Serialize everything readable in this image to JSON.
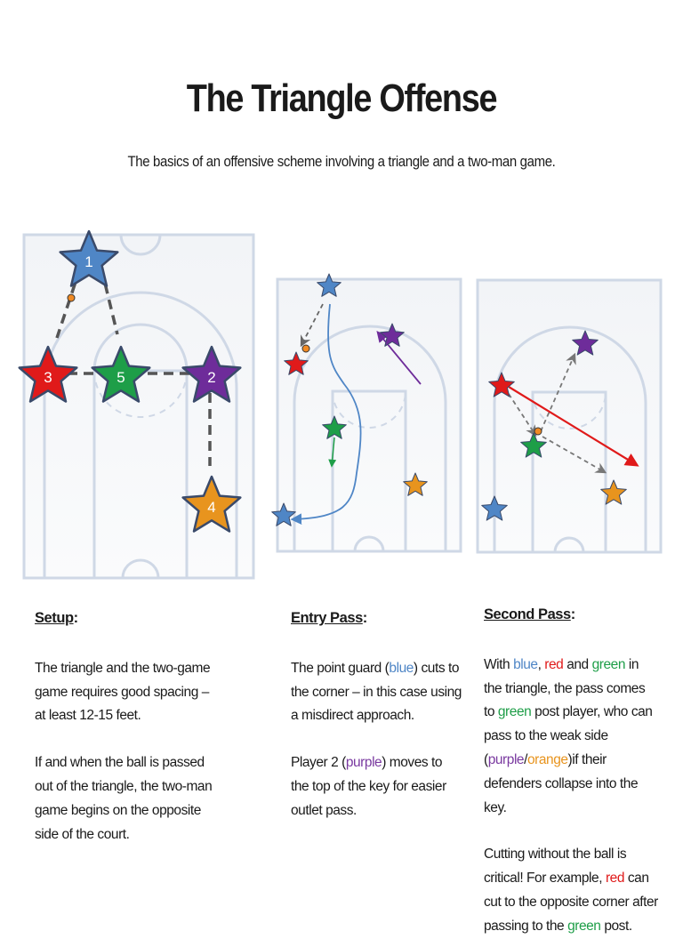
{
  "title": "The Triangle Offense",
  "subtitle": "The basics of an offensive scheme involving a triangle and a two-man game.",
  "colors": {
    "blue": "#4f86c6",
    "red": "#e01a1a",
    "green": "#1e9e48",
    "purple": "#6e2c9a",
    "orange": "#e8941e",
    "ball": "#f08a24",
    "court_line": "#cfd8e6",
    "court_fill": "#f7f8fa"
  },
  "diagrams": {
    "setup": {
      "player_labels": [
        "1",
        "2",
        "3",
        "4",
        "5"
      ]
    }
  },
  "columns": {
    "setup": {
      "heading": "Setup",
      "heading_suffix": ":",
      "para1": "The triangle and the two-game game requires good spacing – at least 12-15 feet.",
      "para2": "If and when the ball is passed out of the triangle,  the two-man game begins on  the opposite side of the court."
    },
    "entry": {
      "heading": "Entry Pass",
      "heading_suffix": ":",
      "p1_a": "The point guard (",
      "p1_blue": "blue",
      "p1_b": ") cuts to the corner – in this case using a misdirect approach.",
      "p2_a": "Player 2 (",
      "p2_purple": "purple",
      "p2_b": ") moves to the  top of the key for easier outlet pass."
    },
    "second": {
      "heading": "Second Pass",
      "heading_suffix": ":",
      "p1_a": "With ",
      "p1_blue": "blue",
      "p1_comma": ", ",
      "p1_red": "red",
      "p1_and": " and ",
      "p1_green": "green",
      "p1_b": " in the triangle, the pass comes to ",
      "p1_green2": "green",
      "p1_c": " post player, who can pass to  the weak side (",
      "p1_purple": "purple",
      "p1_slash": "/",
      "p1_orange": "orange",
      "p1_d": ")if their defenders collapse into the key.",
      "p2_a": "Cutting without the ball is critical! For example, ",
      "p2_red": "red",
      "p2_b": " can cut to the opposite corner after passing to the ",
      "p2_green": "green",
      "p2_c": " post."
    }
  }
}
